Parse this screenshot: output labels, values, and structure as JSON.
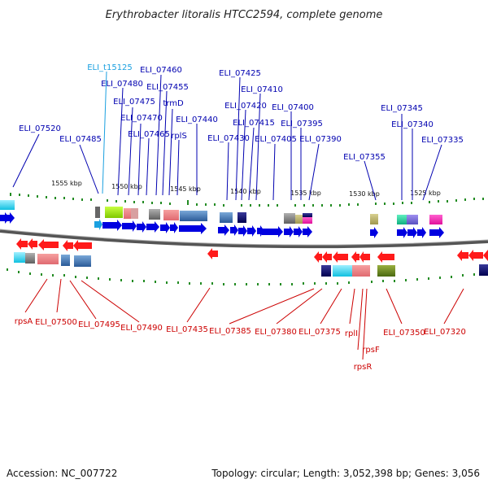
{
  "title": "Erythrobacter litoralis HTCC2594, complete genome",
  "footer": {
    "accession": "Accession: NC_007722",
    "stats": "Topology: circular; Length: 3,052,398 bp; Genes: 3,056"
  },
  "colors": {
    "forward_arrow": "#0000e0",
    "reverse_arrow": "#ff1a1a",
    "top_label": "#0000b0",
    "rna_label": "#1aa0e0",
    "bottom_label": "#cc0000",
    "tick": "#228b22",
    "backbone": "#666666"
  },
  "scale_ticks": [
    "1555 kbp",
    "1550 kbp",
    "1545 kbp",
    "1540 kbp",
    "1535 kbp",
    "1530 kbp",
    "1525 kbp"
  ],
  "top_labels": [
    "ELI_t15125",
    "ELI_07460",
    "ELI_07480",
    "ELI_07455",
    "ELI_07475",
    "trmD",
    "ELI_07470",
    "ELI_07465",
    "rplS",
    "ELI_07440",
    "ELI_07485",
    "ELI_07520",
    "ELI_07425",
    "ELI_07410",
    "ELI_07420",
    "ELI_07400",
    "ELI_07415",
    "ELI_07395",
    "ELI_07430",
    "ELI_07405",
    "ELI_07390",
    "ELI_07345",
    "ELI_07340",
    "ELI_07335",
    "ELI_07355"
  ],
  "bottom_labels": [
    "rpsA",
    "ELI_07500",
    "ELI_07495",
    "ELI_07490",
    "ELI_07435",
    "ELI_07385",
    "ELI_07380",
    "ELI_07375",
    "rplI",
    "ELI_07350",
    "ELI_07320",
    "rpsF",
    "rpsR"
  ]
}
